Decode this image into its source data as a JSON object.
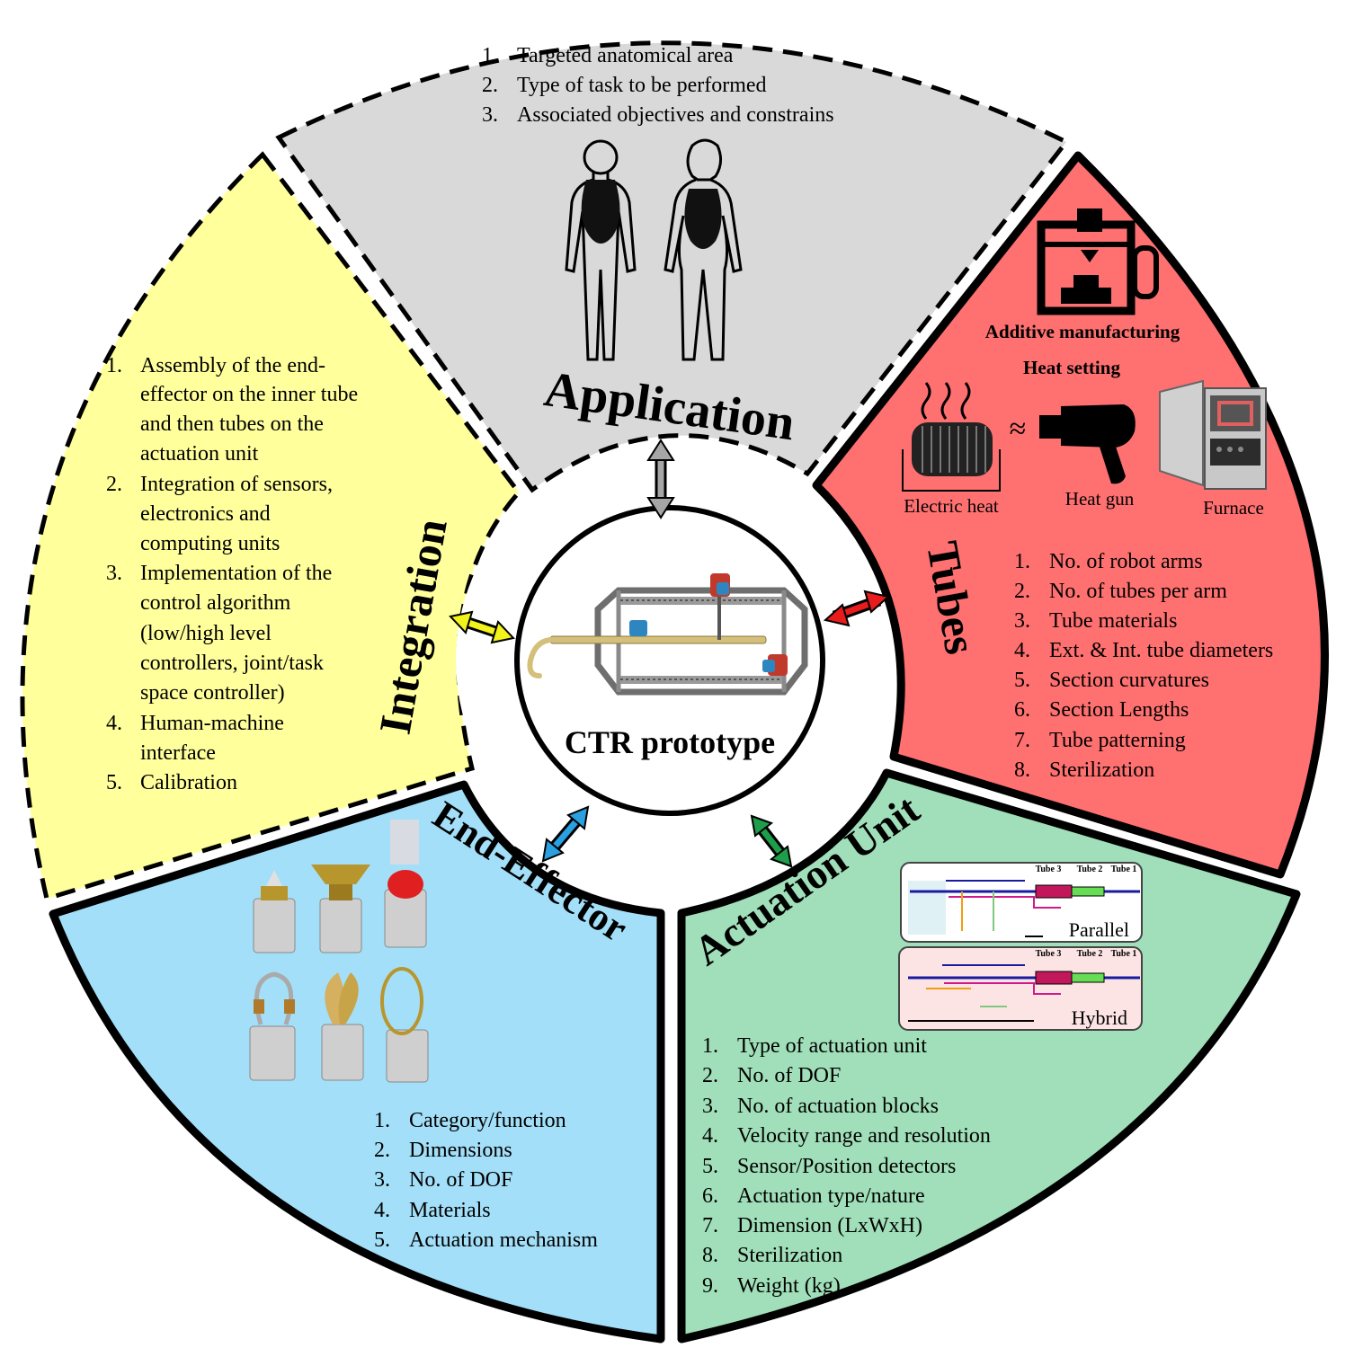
{
  "center": {
    "label": "CTR prototype"
  },
  "sections": {
    "application": {
      "title": "Application",
      "items": [
        "Targeted anatomical area",
        "Type of task to be performed",
        "Associated objectives and constrains"
      ]
    },
    "tubes": {
      "title": "Tubes",
      "labels": {
        "additive": "Additive manufacturing",
        "heat_setting": "Heat setting",
        "electric_heat": "Electric heat",
        "approx": "≈",
        "heat_gun": "Heat gun",
        "furnace": "Furnace"
      },
      "items": [
        "No. of robot arms",
        "No. of tubes per arm",
        "Tube materials",
        "Ext. & Int. tube diameters",
        "Section curvatures",
        "Section Lengths",
        "Tube patterning",
        "Sterilization"
      ]
    },
    "actuation": {
      "title": "Actuation Unit",
      "diagram_labels": {
        "parallel": "Parallel",
        "hybrid": "Hybrid",
        "tube1": "Tube 1",
        "tube2": "Tube 2",
        "tube3": "Tube 3"
      },
      "items": [
        "Type of actuation unit",
        "No. of DOF",
        "No. of actuation blocks",
        "Velocity range and resolution",
        "Sensor/Position detectors",
        "Actuation type/nature",
        "Dimension (LxWxH)",
        "Sterilization",
        "Weight (kg)"
      ]
    },
    "end_effector": {
      "title": "End-Effector",
      "items": [
        "Category/function",
        "Dimensions",
        "No. of DOF",
        "Materials",
        "Actuation mechanism"
      ]
    },
    "integration": {
      "title": "Integration",
      "items": [
        [
          "Assembly of the end-",
          "effector on the inner tube",
          "and then tubes on the",
          "actuation unit"
        ],
        [
          "Integration of sensors,",
          "electronics and",
          "computing units"
        ],
        [
          "Implementation of the",
          "control algorithm",
          "(low/high level",
          "controllers, joint/task",
          "space controller)"
        ],
        [
          "Human-machine",
          "interface"
        ],
        [
          "Calibration"
        ]
      ]
    }
  },
  "colors": {
    "application": "#d9d9d9",
    "tubes": "#ff7070",
    "actuation": "#a0dfb9",
    "end_effector": "#a3dff8",
    "integration": "#ffff9c",
    "arrow_application": "#a6a6a6",
    "arrow_tubes": "#e81c1c",
    "arrow_actuation": "#1e9e4a",
    "arrow_end_effector": "#2aa0e0",
    "arrow_integration": "#f2f21c"
  },
  "icons": [
    "human-body-male-icon",
    "human-body-female-icon",
    "3d-printer-icon",
    "electric-heater-icon",
    "heat-gun-icon",
    "furnace-icon",
    "ctr-robot-icon",
    "end-effector-tools-icon",
    "block-diagram-icon"
  ]
}
